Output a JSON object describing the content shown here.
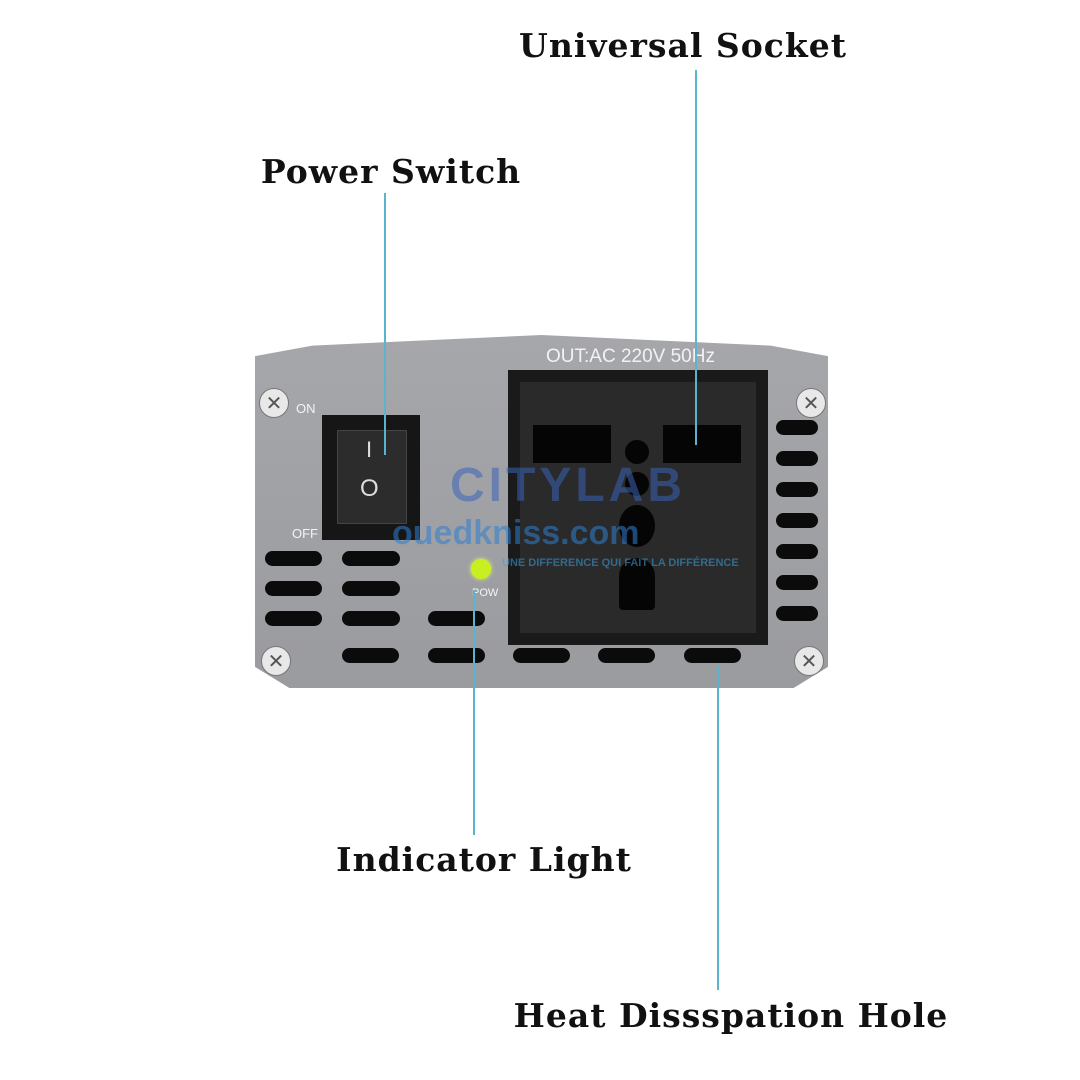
{
  "labels": {
    "universal_socket": "Universal Socket",
    "power_switch": "Power Switch",
    "indicator_light": "Indicator Light",
    "heat_hole": "Heat Dissspation Hole"
  },
  "device": {
    "output_text": "OUT:AC 220V 50Hz",
    "on": "ON",
    "off": "OFF",
    "switch_on_mark": "I",
    "switch_off_mark": "O",
    "pow": "POW"
  },
  "watermark": {
    "brand1": "CITYLAB",
    "brand2": "ouedkniss.com",
    "slogan": "UNE DIFFERENCE QUI FAIT LA DIFFÉRENCE"
  },
  "colors": {
    "leader_line": "#5ab4d0",
    "led": "#c8f020"
  }
}
